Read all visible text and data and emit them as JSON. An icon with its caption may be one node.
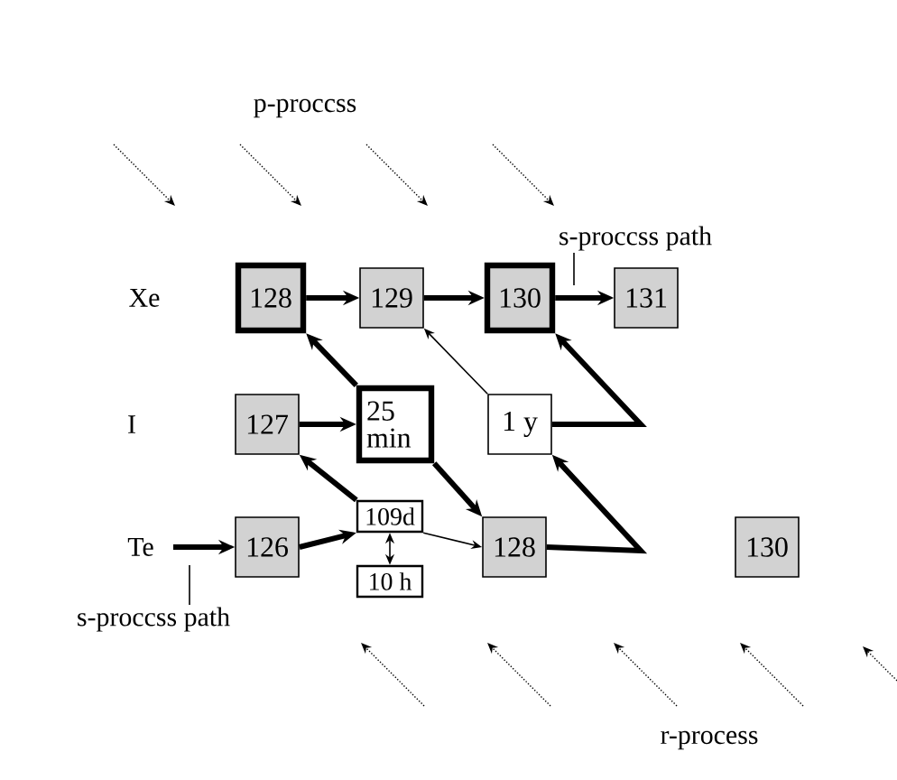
{
  "diagram": {
    "nodes": [
      {
        "text": [
          "128"
        ]
      },
      {
        "text": [
          "129"
        ]
      },
      {
        "text": [
          "130"
        ]
      },
      {
        "text": [
          "131"
        ]
      },
      {
        "text": [
          "127"
        ]
      },
      {
        "text": [
          "25 min"
        ]
      },
      {
        "text": [
          "1 y"
        ]
      },
      {
        "text": [
          "126"
        ]
      },
      {
        "text": [
          "109d"
        ]
      },
      {
        "text": [
          "10 h"
        ]
      },
      {
        "text": [
          "128"
        ]
      },
      {
        "text": [
          "130"
        ]
      },
      {
        "text": [
          "s-proccss path"
        ]
      },
      {
        "text": [
          "s-proccss path"
        ]
      }
    ],
    "edges": [
      {
        "from": 0,
        "to": 1,
        "arrow": "to"
      },
      {
        "from": 1,
        "to": 2,
        "arrow": "to"
      },
      {
        "from": 2,
        "to": 3,
        "arrow": "to"
      },
      {
        "from": 4,
        "to": 5,
        "arrow": "to"
      },
      {
        "from": null,
        "to": 7,
        "arrow": "to"
      },
      {
        "from": 7,
        "to": 8,
        "arrow": "to"
      },
      {
        "from": 8,
        "to": 9,
        "arrow": "both"
      },
      {
        "from": 8,
        "to": 10,
        "arrow": "to"
      },
      {
        "from": 8,
        "to": 4,
        "arrow": "to"
      },
      {
        "from": 5,
        "to": 10,
        "arrow": "to"
      },
      {
        "from": 5,
        "to": 0,
        "arrow": "to"
      },
      {
        "from": 6,
        "to": 1,
        "arrow": "to"
      },
      {
        "from": 10,
        "to": 6,
        "arrow": "to"
      },
      {
        "from": 6,
        "to": 2,
        "arrow": "to"
      },
      {
        "from": 12,
        "to": null,
        "arrow": "none"
      },
      {
        "from": 13,
        "to": null,
        "arrow": "none"
      }
    ],
    "labels": [
      "p-proccss",
      "Xe",
      "I",
      "Te",
      "r-process"
    ]
  }
}
